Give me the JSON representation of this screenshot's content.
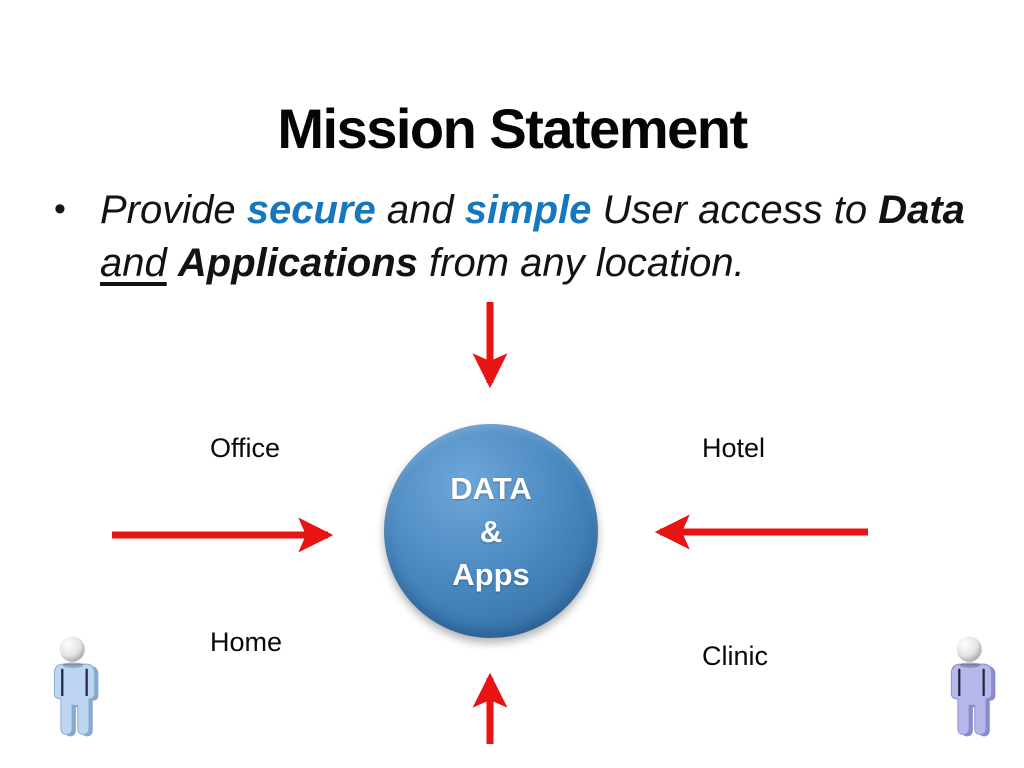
{
  "theme": {
    "accent_blue": "#1777BE",
    "arrow_red": "#E81414",
    "circle_blue": "#4484BC",
    "circle_blue_light": "#6FA7D9",
    "circle_blue_dark": "#2E6496",
    "person_left_fill": "#BCD6F2",
    "person_left_shade": "#85A9CF",
    "person_right_fill": "#B7B7EB",
    "person_right_shade": "#8C8CCB",
    "figure_outline": "#20243E"
  },
  "slide": {
    "title": "Mission Statement",
    "bullet": {
      "marker": "•",
      "segments": [
        {
          "text": "Provide ",
          "style": "normal"
        },
        {
          "text": "secure",
          "style": "blue-bold"
        },
        {
          "text": " and ",
          "style": "normal"
        },
        {
          "text": "simple",
          "style": "blue-bold"
        },
        {
          "text": " User access to ",
          "style": "normal"
        },
        {
          "text": "Data",
          "style": "bold"
        },
        {
          "text": "",
          "style": "break"
        },
        {
          "text": "and",
          "style": "underline"
        },
        {
          "text": " ",
          "style": "normal"
        },
        {
          "text": "Applications",
          "style": "bold"
        },
        {
          "text": " from any location.",
          "style": "normal"
        }
      ]
    },
    "diagram": {
      "circle": {
        "lines": [
          "DATA",
          "&",
          "Apps"
        ]
      },
      "labels": {
        "office": "Office",
        "hotel": "Hotel",
        "home": "Home",
        "clinic": "Clinic"
      },
      "arrows": [
        {
          "id": "top",
          "direction": "down"
        },
        {
          "id": "left",
          "direction": "right"
        },
        {
          "id": "right",
          "direction": "left"
        },
        {
          "id": "bottom",
          "direction": "up"
        }
      ]
    }
  }
}
